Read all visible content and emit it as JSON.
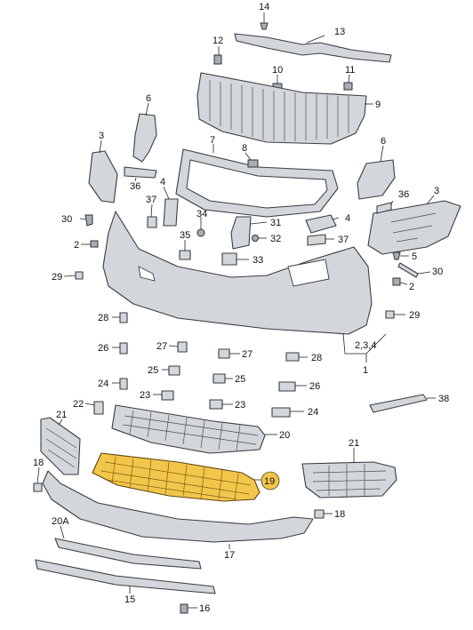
{
  "labels": {
    "l14": "14",
    "l13": "13",
    "l12": "12",
    "l10": "10",
    "l11": "11",
    "l9": "9",
    "l6a": "6",
    "l3a": "3",
    "l7": "7",
    "l8": "8",
    "l6b": "6",
    "l36a": "36",
    "l36b": "36",
    "l3b": "3",
    "l4a": "4",
    "l37a": "37",
    "l34": "34",
    "l31": "31",
    "l4b": "4",
    "l30a": "30",
    "l2a": "2",
    "l35": "35",
    "l32": "32",
    "l37b": "37",
    "l5": "5",
    "l33": "33",
    "l29a": "29",
    "l30b": "30",
    "l2b": "2",
    "l28a": "28",
    "l29b": "29",
    "l234": "2,3,4",
    "l1": "1",
    "l26a": "26",
    "l27a": "27",
    "l27b": "27",
    "l28b": "28",
    "l25a": "25",
    "l25b": "25",
    "l24a": "24",
    "l26b": "26",
    "l23a": "23",
    "l22": "22",
    "l23b": "23",
    "l24b": "24",
    "l21a": "21",
    "l20": "20",
    "l38": "38",
    "l18a": "18",
    "l19": "19",
    "l21b": "21",
    "l18b": "18",
    "l20a": "20A",
    "l17": "17",
    "l15": "15",
    "l16": "16"
  },
  "colors": {
    "part_fill": "#d3d7dc",
    "highlight": "#f2c64a",
    "outline": "#3a3d42"
  }
}
